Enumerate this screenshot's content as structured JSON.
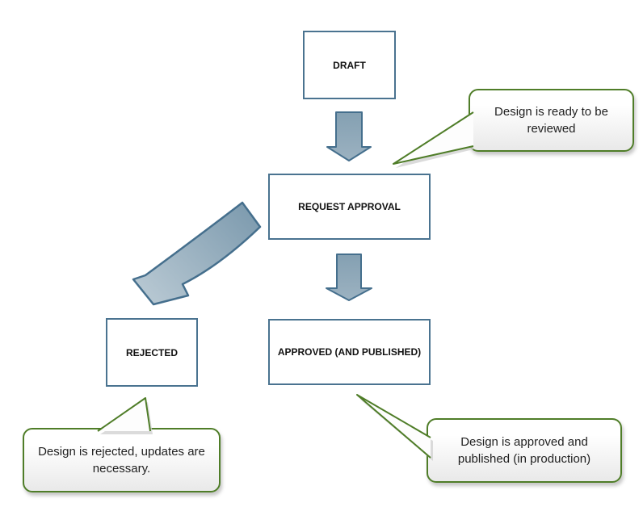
{
  "diagram": {
    "nodes": [
      {
        "id": "draft",
        "label": "DRAFT"
      },
      {
        "id": "request-approval",
        "label": "REQUEST APPROVAL"
      },
      {
        "id": "rejected",
        "label": "REJECTED"
      },
      {
        "id": "approved",
        "label": "APPROVED (AND PUBLISHED)"
      }
    ],
    "callouts": [
      {
        "id": "review-note",
        "text": "Design is ready to be\nreviewed",
        "points_to": "REQUEST APPROVAL"
      },
      {
        "id": "rejected-note",
        "text": "Design is rejected, updates are\nnecessary.",
        "points_to": "REJECTED"
      },
      {
        "id": "approved-note",
        "text": "Design is approved and\npublished (in production)",
        "points_to": "APPROVED (AND PUBLISHED)"
      }
    ],
    "arrows": [
      {
        "from": "DRAFT",
        "to": "REQUEST APPROVAL",
        "style": "block-arrow-down"
      },
      {
        "from": "REQUEST APPROVAL",
        "to": "REJECTED",
        "style": "curved-block-arrow"
      },
      {
        "from": "REQUEST APPROVAL",
        "to": "APPROVED (AND PUBLISHED)",
        "style": "block-arrow-down"
      }
    ],
    "colors": {
      "node_border": "#4a7390",
      "node_fill": "#ffffff",
      "arrow_fill": "#8ca7b8",
      "arrow_border": "#456f8d",
      "callout_border": "#4f7d28",
      "callout_fill_top": "#ffffff",
      "callout_fill_bottom": "#e9e9e9",
      "text": "#1f1f1f",
      "background": "#ffffff"
    }
  }
}
